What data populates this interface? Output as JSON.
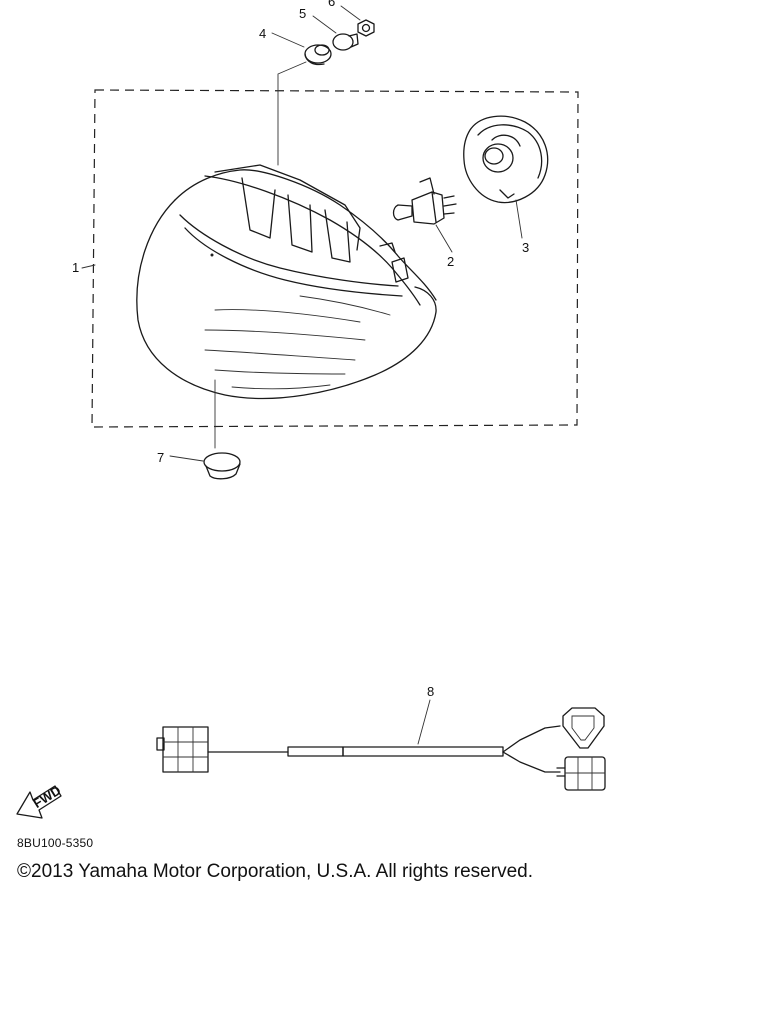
{
  "callouts": {
    "c1": "1",
    "c2": "2",
    "c3": "3",
    "c4": "4",
    "c5": "5",
    "c6": "6",
    "c7": "7",
    "c8": "8"
  },
  "fwd_arrow_label": "FWD",
  "part_code": "8BU100-5350",
  "copyright": "©2013 Yamaha Motor Corporation, U.S.A. All rights reserved."
}
